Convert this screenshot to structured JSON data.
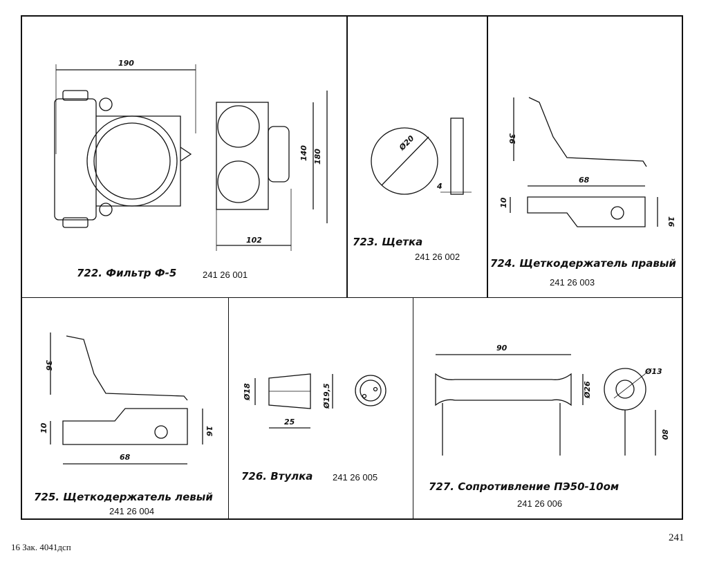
{
  "items": [
    {
      "title": "722. Фильтр Ф-5",
      "code": "241 26 001",
      "dims": [
        "190",
        "140",
        "180",
        "102"
      ]
    },
    {
      "title": "723. Щетка",
      "code": "241 26 002",
      "dims": [
        "Ø20",
        "4"
      ]
    },
    {
      "title": "724. Щеткодержатель правый",
      "code": "241 26 003",
      "dims": [
        "36",
        "68",
        "10",
        "16"
      ]
    },
    {
      "title": "725. Щеткодержатель левый",
      "code": "241 26 004",
      "dims": [
        "36",
        "10",
        "16",
        "68"
      ]
    },
    {
      "title": "726. Втулка",
      "code": "241 26 005",
      "dims": [
        "Ø18",
        "Ø19,5",
        "25"
      ]
    },
    {
      "title": "727. Сопротивление ПЭ50-10ом",
      "code": "241 26 006",
      "dims": [
        "90",
        "Ø26",
        "Ø13",
        "80"
      ]
    }
  ],
  "footer": {
    "left": "16  Зак. 4041дсп",
    "page": "241"
  }
}
